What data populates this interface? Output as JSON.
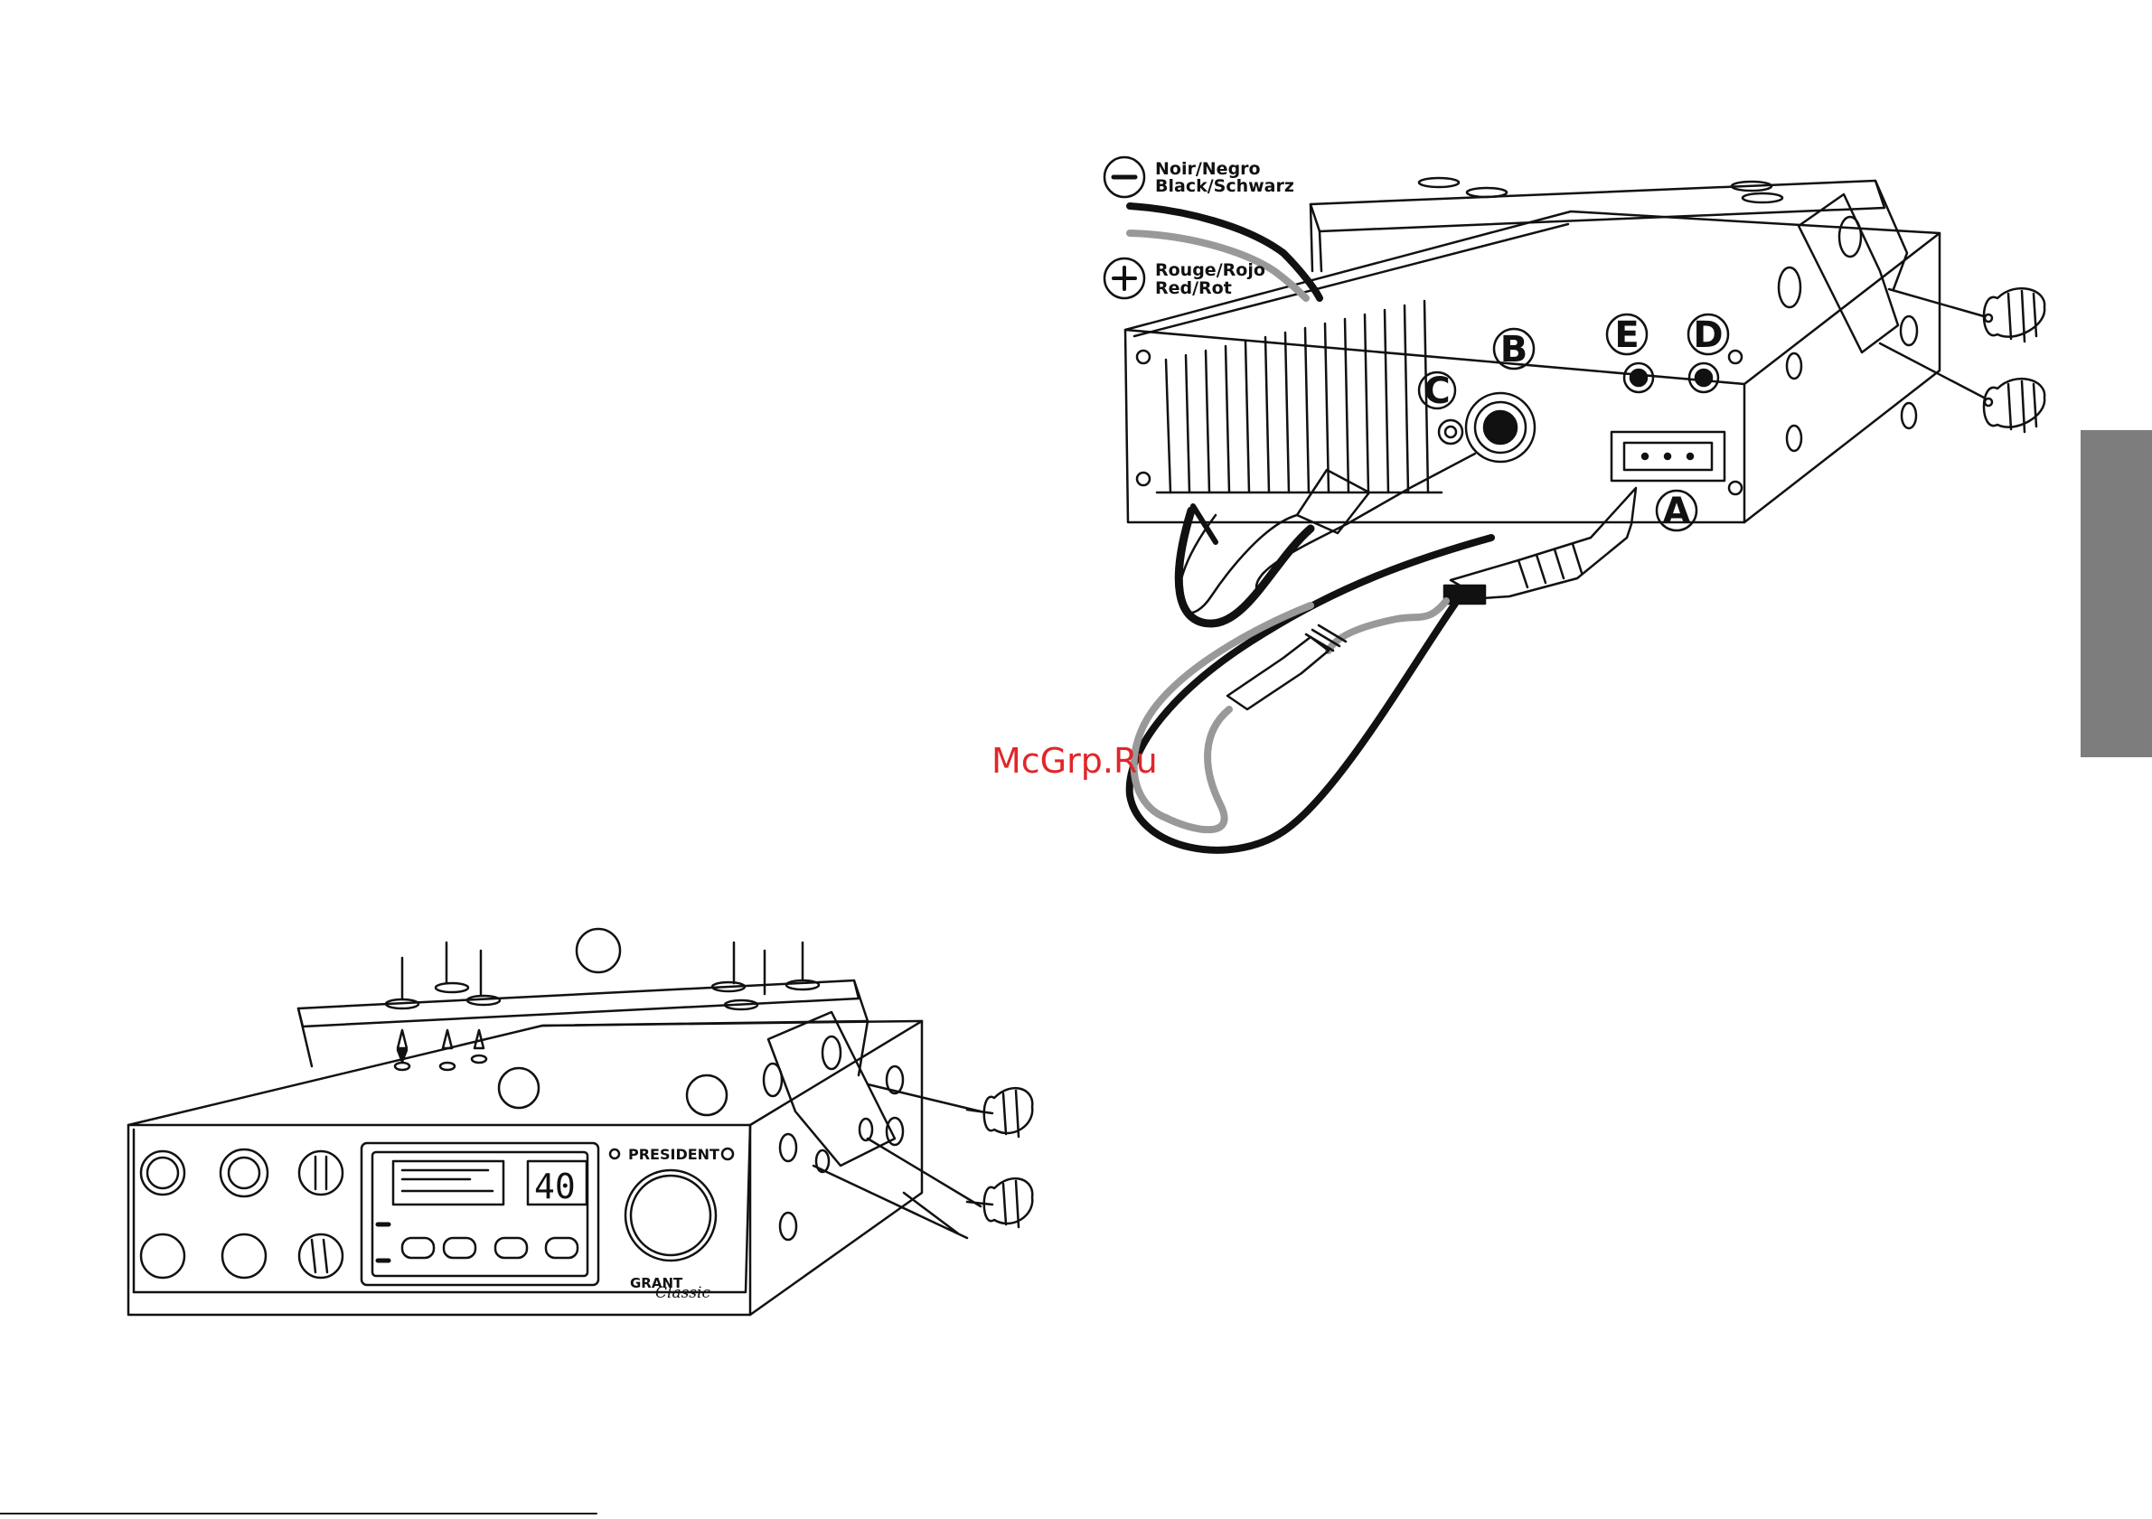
{
  "wires": {
    "negative": {
      "symbol": "−",
      "line1": "Noir/Negro",
      "line2": "Black/Schwarz"
    },
    "positive": {
      "symbol": "+",
      "line1": "Rouge/Rojo",
      "line2": "Red/Rot"
    }
  },
  "callouts": {
    "a": "A",
    "b": "B",
    "c": "C",
    "d": "D",
    "e": "E"
  },
  "radio": {
    "brand": "PRESIDENT",
    "model": "GRANT",
    "subtitle": "Classic",
    "channel": "40"
  },
  "watermark": "McGrp.Ru",
  "colors": {
    "watermark": "#e0262a",
    "side_tab": "#7d7d7d"
  }
}
